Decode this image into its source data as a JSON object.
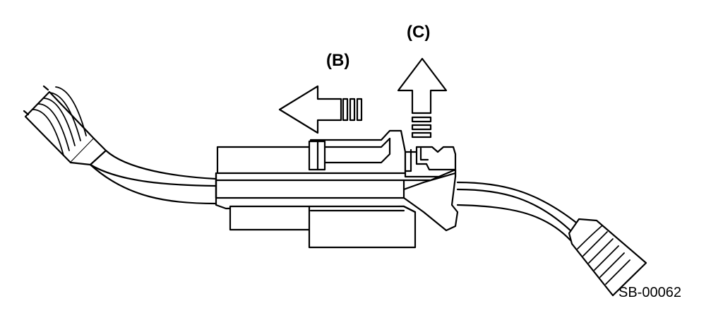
{
  "labels": {
    "slide_direction": "(B)",
    "lift_direction": "(C)"
  },
  "diagram_code": "SB-00062",
  "colors": {
    "line": "#000000",
    "background": "#ffffff"
  },
  "icons": {
    "arrow_b": "arrow-left-icon",
    "arrow_c": "arrow-up-icon"
  }
}
